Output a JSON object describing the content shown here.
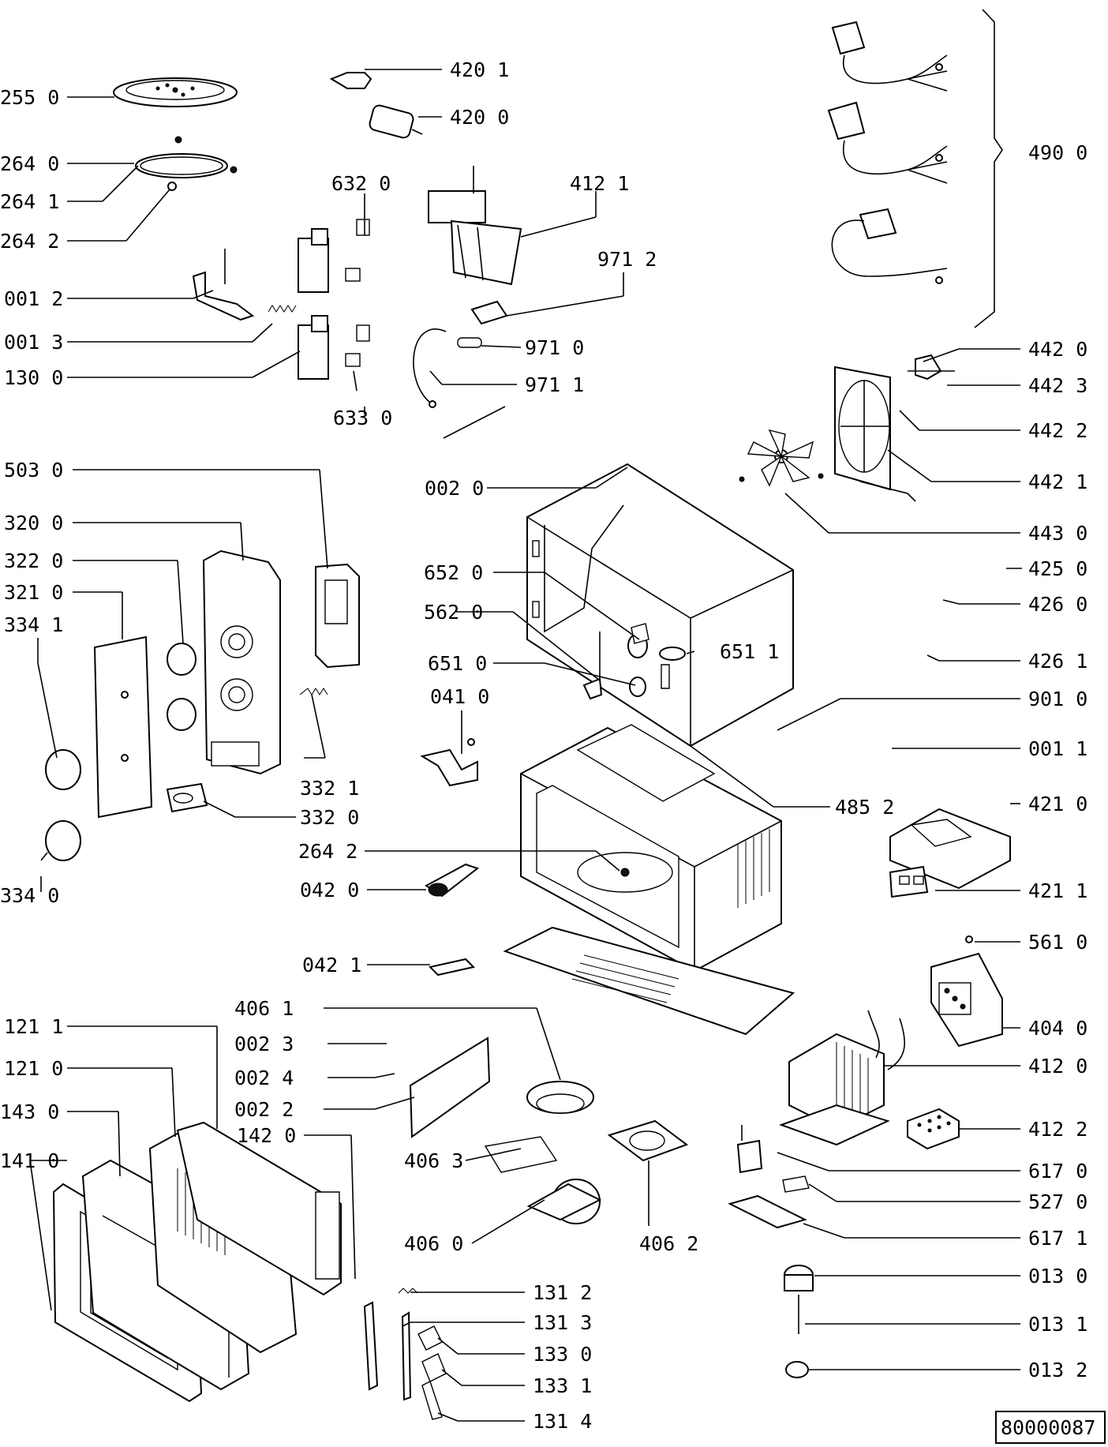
{
  "diagram": {
    "document_number": "80000087",
    "part_labels": [
      "255 0",
      "264 0",
      "264 1",
      "264 2",
      "001 2",
      "001 3",
      "130 0",
      "503 0",
      "320 0",
      "322 0",
      "321 0",
      "334 1",
      "332 1",
      "332 0",
      "334 0",
      "420 1",
      "420 0",
      "632 0",
      "633 0",
      "412 1",
      "971 2",
      "971 0",
      "971 1",
      "490 0",
      "442 0",
      "442 3",
      "442 2",
      "442 1",
      "443 0",
      "002 0",
      "652 0",
      "562 0",
      "651 1",
      "651 0",
      "041 0",
      "425 0",
      "426 0",
      "426 1",
      "901 0",
      "001 1",
      "485 2",
      "264 2",
      "042 0",
      "421 0",
      "421 1",
      "042 1",
      "561 0",
      "406 1",
      "404 0",
      "121 1",
      "002 3",
      "002 4",
      "121 0",
      "002 2",
      "412 0",
      "143 0",
      "142 0",
      "412 2",
      "141 0",
      "406 3",
      "617 0",
      "527 0",
      "406 0",
      "406 2",
      "617 1",
      "131 2",
      "013 0",
      "131 3",
      "013 1",
      "133 0",
      "133 1",
      "013 2",
      "131 4"
    ]
  }
}
